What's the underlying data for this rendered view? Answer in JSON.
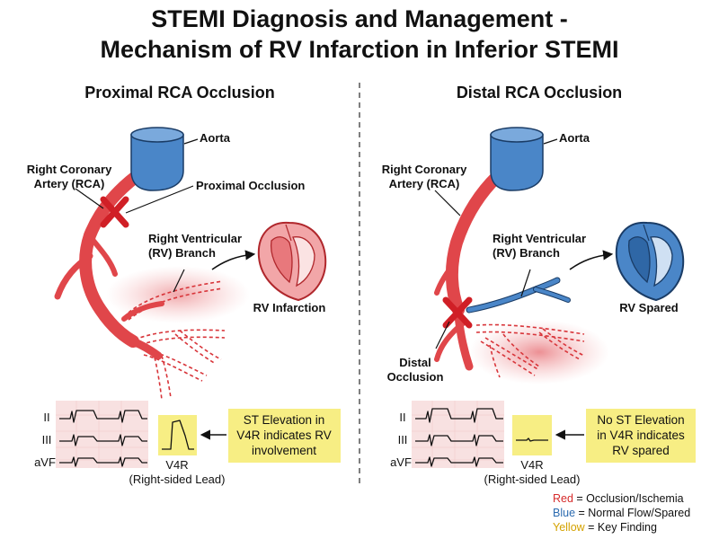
{
  "title": {
    "line1": "STEMI Diagnosis and Management -",
    "line2": "Mechanism of RV Infarction in Inferior STEMI"
  },
  "colors": {
    "occlusion_red": "#e0464a",
    "normal_blue": "#4a86c8",
    "finding_yellow": "#f7ee84",
    "ecg_bg": "#f8e1e1",
    "legend_red": "#d62b2b",
    "legend_blue": "#2c6bb0",
    "legend_yellow": "#d4a200"
  },
  "left_panel": {
    "heading": "Proximal RCA Occlusion",
    "aorta_label": "Aorta",
    "rca_label_line1": "Right Coronary",
    "rca_label_line2": "Artery (RCA)",
    "occlusion_label": "Proximal Occlusion",
    "branch_label_line1": "Right Ventricular",
    "branch_label_line2": "(RV) Branch",
    "heart_label": "RV Infarction",
    "ecg_leads": [
      "II",
      "III",
      "aVF"
    ],
    "v4r_label": "V4R",
    "v4r_sub": "(Right-sided Lead)",
    "finding_line1": "ST Elevation in",
    "finding_line2": "V4R indicates RV",
    "finding_line3": "involvement"
  },
  "right_panel": {
    "heading": "Distal RCA Occlusion",
    "aorta_label": "Aorta",
    "rca_label_line1": "Right Coronary",
    "rca_label_line2": "Artery (RCA)",
    "branch_label_line1": "Right Ventricular",
    "branch_label_line2": "(RV) Branch",
    "heart_label": "RV Spared",
    "occlusion_label_line1": "Distal",
    "occlusion_label_line2": "Occlusion",
    "ecg_leads": [
      "II",
      "III",
      "aVF"
    ],
    "v4r_label": "V4R",
    "v4r_sub": "(Right-sided Lead)",
    "finding_line1": "No ST Elevation",
    "finding_line2": "in V4R indicates",
    "finding_line3": "RV spared"
  },
  "legend": {
    "red_word": "Red",
    "red_text": " = Occlusion/Ischemia",
    "blue_word": "Blue",
    "blue_text": " = Normal Flow/Spared",
    "yellow_word": "Yellow",
    "yellow_text": " = Key Finding"
  }
}
